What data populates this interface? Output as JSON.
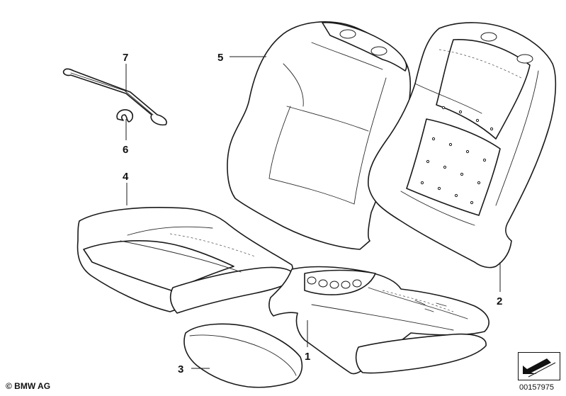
{
  "callouts": [
    {
      "id": "part-1",
      "label": "1"
    },
    {
      "id": "part-2",
      "label": "2"
    },
    {
      "id": "part-3",
      "label": "3"
    },
    {
      "id": "part-4",
      "label": "4"
    },
    {
      "id": "part-5",
      "label": "5"
    },
    {
      "id": "part-6",
      "label": "6"
    },
    {
      "id": "part-7",
      "label": "7"
    }
  ],
  "footer": {
    "copyright": "© BMW AG",
    "document_number": "00157975"
  },
  "colors": {
    "line": "#1a1a1a",
    "background": "#ffffff"
  }
}
